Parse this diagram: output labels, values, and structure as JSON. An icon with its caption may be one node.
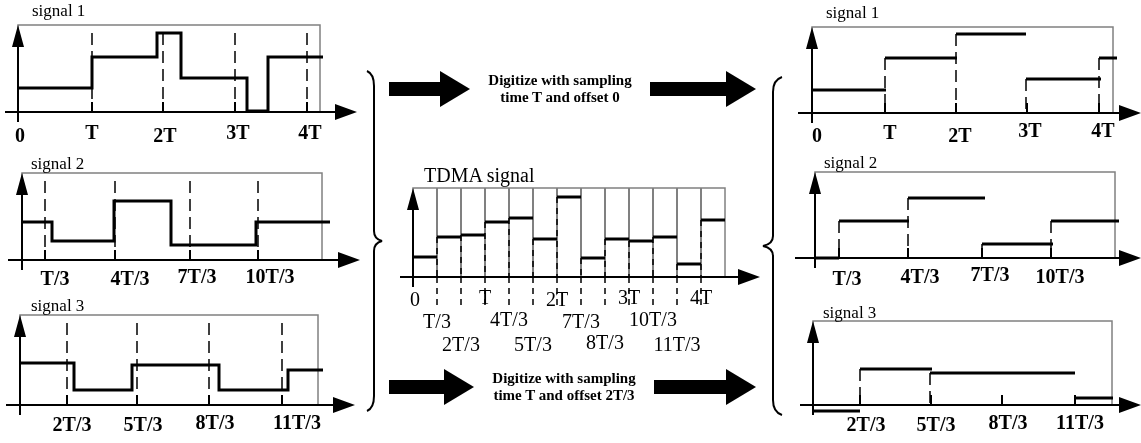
{
  "diagram": {
    "nodes": [
      {
        "text": [
          "signal 1",
          "0",
          "T",
          "2T",
          "3T",
          "4T"
        ]
      },
      {
        "text": [],
        "shape": "brace"
      },
      {
        "text": [
          "Digitize with sampling time T and offset 0"
        ]
      },
      {
        "text": [],
        "shape": "brace"
      },
      {
        "text": [
          "signal 1",
          "0",
          "T",
          "2T",
          "3T",
          "4T"
        ]
      },
      {
        "text": [
          "signal 2",
          "T/3",
          "4T/3",
          "7T/3",
          "10T/3"
        ]
      },
      {
        "text": [
          "TDMA signal",
          "0",
          "T",
          "2T",
          "3T",
          "4T",
          "T/3",
          "4T/3",
          "7T/3",
          "10T/3",
          "2T/3",
          "5T/3",
          "8T/3",
          "11T/3"
        ]
      },
      {
        "text": [
          "signal 2",
          "T/3",
          "4T/3",
          "7T/3",
          "10T/3"
        ]
      },
      {
        "text": [
          "signal 3",
          "2T/3",
          "5T/3",
          "8T/3",
          "11T/3"
        ]
      },
      {
        "text": [
          "Digitize with sampling time T and offset 2T/3"
        ]
      },
      {
        "text": [
          "signal 3",
          "2T/3",
          "5T/3",
          "8T/3",
          "11T/3"
        ]
      }
    ],
    "edges": [
      {
        "from": 1,
        "to": 2,
        "arrow": "to"
      },
      {
        "from": 2,
        "to": 3,
        "arrow": "to"
      },
      {
        "from": 1,
        "to": 9,
        "arrow": "to"
      },
      {
        "from": 9,
        "to": 3,
        "arrow": "to"
      }
    ]
  }
}
